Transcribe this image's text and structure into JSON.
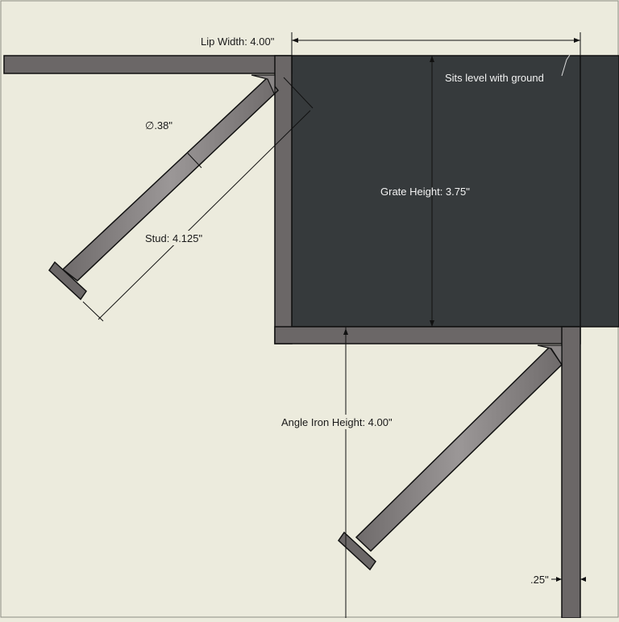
{
  "labels": {
    "lip_width": "Lip Width: 4.00\"",
    "sits_level": "Sits level with ground",
    "diameter": "∅.38\"",
    "grate_height": "Grate Height: 3.75\"",
    "stud": "Stud: 4.125\"",
    "angle_iron_height": "Angle Iron Height: 4.00\"",
    "thickness": ".25\""
  },
  "colors": {
    "background": "#ecebdd",
    "steel": "#6b6767",
    "grate": "#363a3c",
    "stud": "#8a8686"
  }
}
